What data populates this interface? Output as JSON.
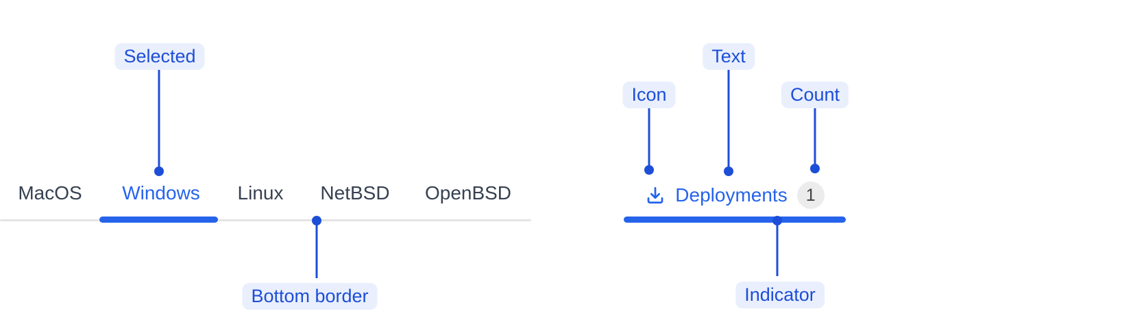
{
  "colors": {
    "active_blue": "#2563eb",
    "annotation_blue": "#1d4ed8",
    "annotation_pill_bg": "#e9effc",
    "inactive_tab_text": "#374151",
    "bottom_border_gray": "#e4e4e7",
    "count_badge_bg": "#ececec",
    "count_badge_text": "#3f3f46"
  },
  "tabs_demo": {
    "items": [
      {
        "label": "MacOS",
        "selected": false
      },
      {
        "label": "Windows",
        "selected": true
      },
      {
        "label": "Linux",
        "selected": false
      },
      {
        "label": "NetBSD",
        "selected": false
      },
      {
        "label": "OpenBSD",
        "selected": false
      }
    ]
  },
  "tab_item_demo": {
    "icon": "download-icon",
    "label": "Deployments",
    "count": "1"
  },
  "annotations": {
    "selected": {
      "label": "Selected"
    },
    "bottom_border": {
      "label": "Bottom border"
    },
    "icon": {
      "label": "Icon"
    },
    "text": {
      "label": "Text"
    },
    "count": {
      "label": "Count"
    },
    "indicator": {
      "label": "Indicator"
    }
  }
}
